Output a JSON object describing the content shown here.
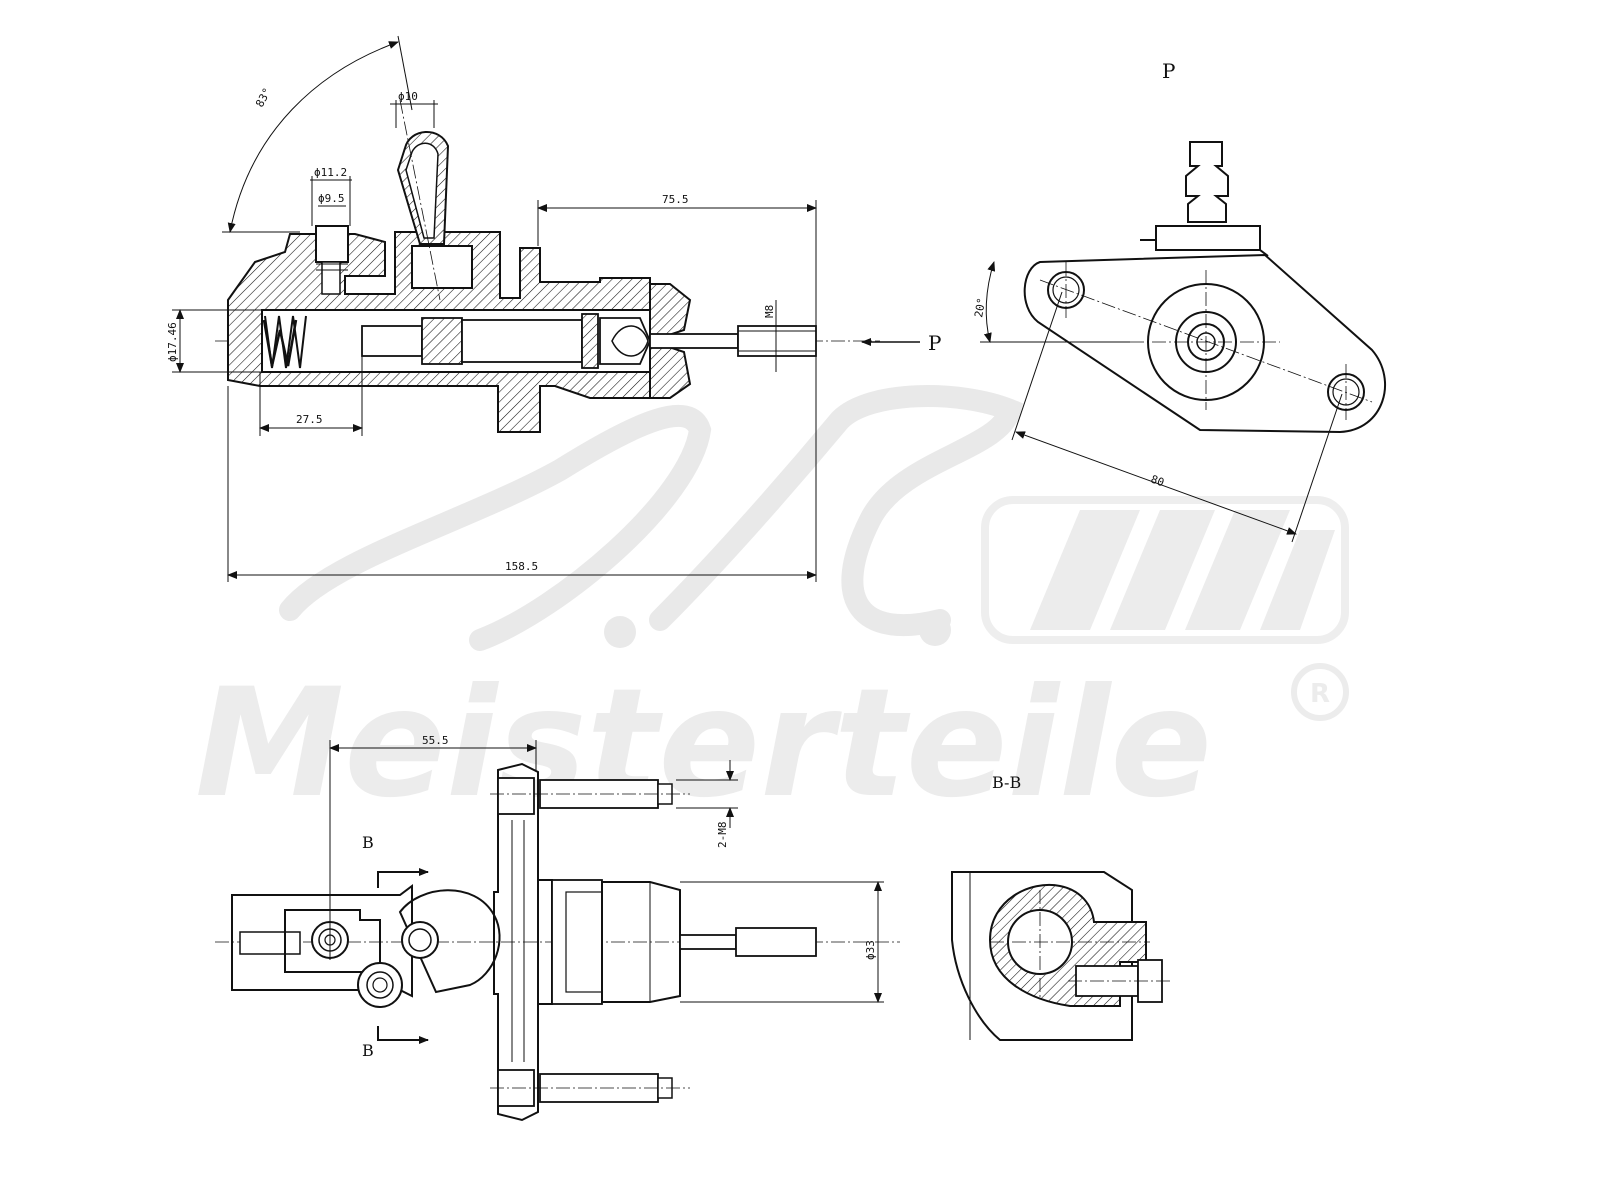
{
  "watermark": {
    "brand": "Meisterteile",
    "registered_mark": "R"
  },
  "side_section": {
    "dimensions": {
      "angle_top": "83°",
      "bore_outlet": "ϕ10",
      "bore_outer": "ϕ11.2",
      "bore_inner": "ϕ9.5",
      "length_to_flange": "75.5",
      "overall_length": "158.5",
      "bore_diameter": "ϕ17.46",
      "spring_length": "27.5",
      "rod_thread": "M8"
    },
    "view_arrow_label": "P"
  },
  "view_p": {
    "title": "P",
    "dimensions": {
      "flange_angle": "20°",
      "hole_spacing": "80"
    }
  },
  "top_view": {
    "dimensions": {
      "offset_length": "55.5",
      "stud_thread": "2-M8",
      "body_diameter": "ϕ33"
    },
    "section_label_top": "B",
    "section_label_bottom": "B"
  },
  "section_bb": {
    "title": "B-B"
  }
}
